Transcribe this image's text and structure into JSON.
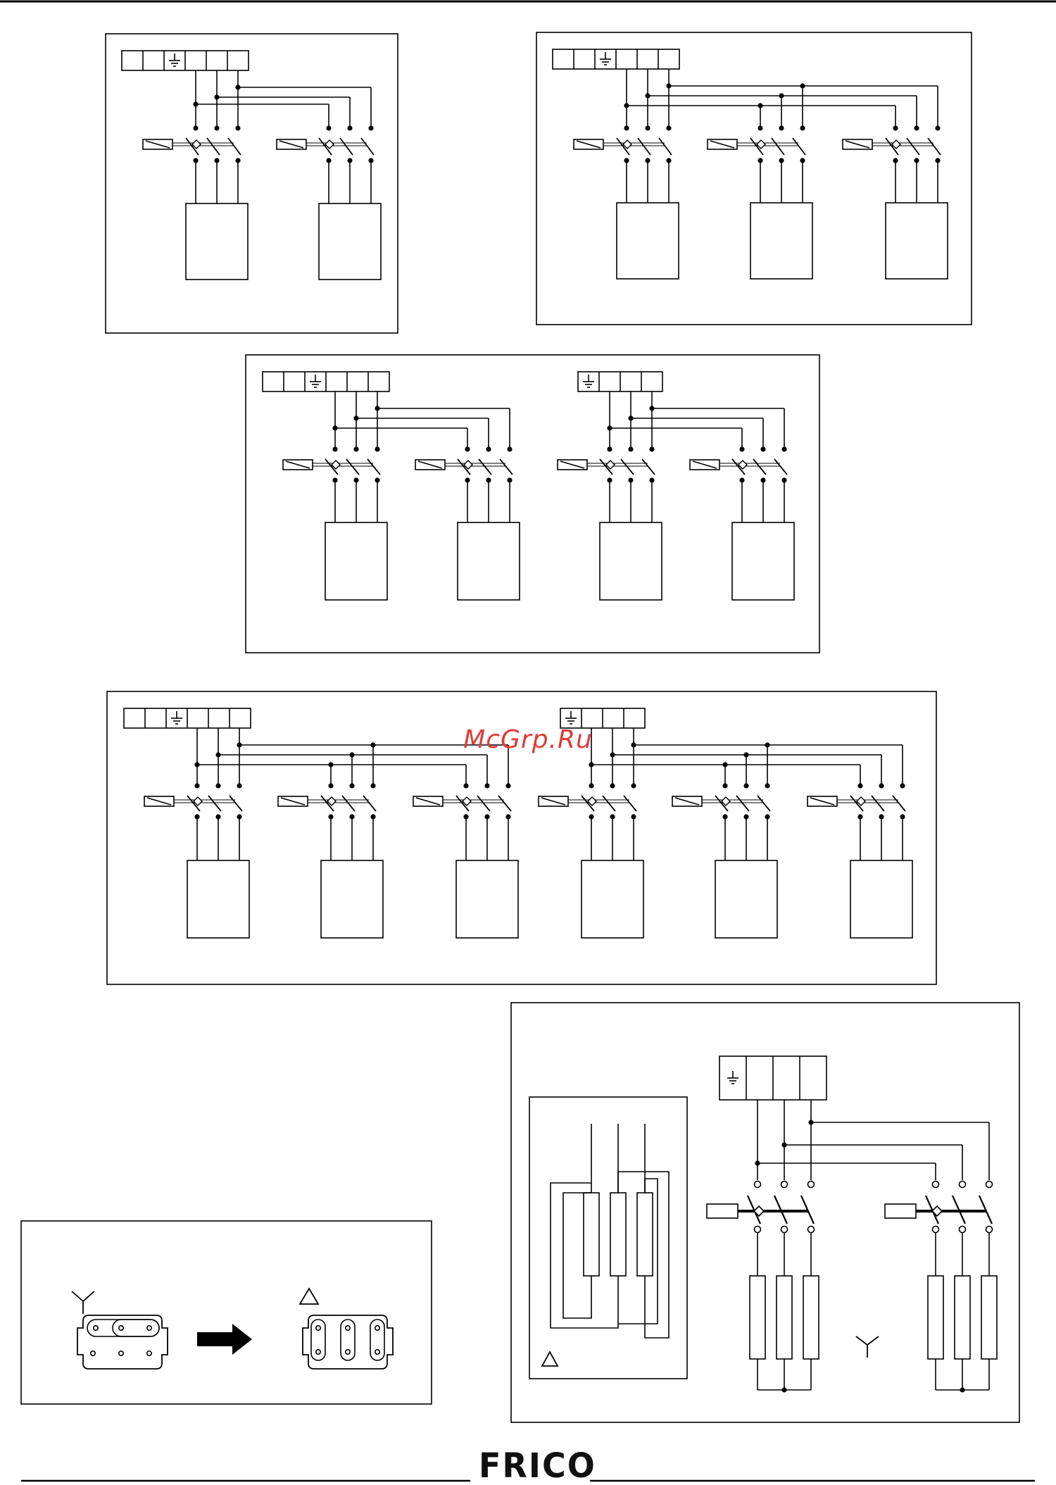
{
  "watermark": "McGrp.Ru",
  "logo": "FRICO",
  "diagrams": [
    {
      "id": "two-units",
      "units": 2,
      "terminal_groups": [
        "5-pole"
      ]
    },
    {
      "id": "three-units",
      "units": 3,
      "terminal_groups": [
        "5-pole"
      ]
    },
    {
      "id": "four-units",
      "units": 4,
      "terminal_groups": [
        "5-pole",
        "4-pole"
      ]
    },
    {
      "id": "six-units",
      "units": 6,
      "terminal_groups": [
        "5-pole",
        "4-pole"
      ]
    },
    {
      "id": "star-delta-heaters",
      "units": 2,
      "terminal_groups": [
        "4-pole"
      ],
      "labels": [
        "delta",
        "star"
      ]
    },
    {
      "id": "star-to-delta-conversion",
      "labels": [
        "star",
        "delta"
      ]
    }
  ]
}
